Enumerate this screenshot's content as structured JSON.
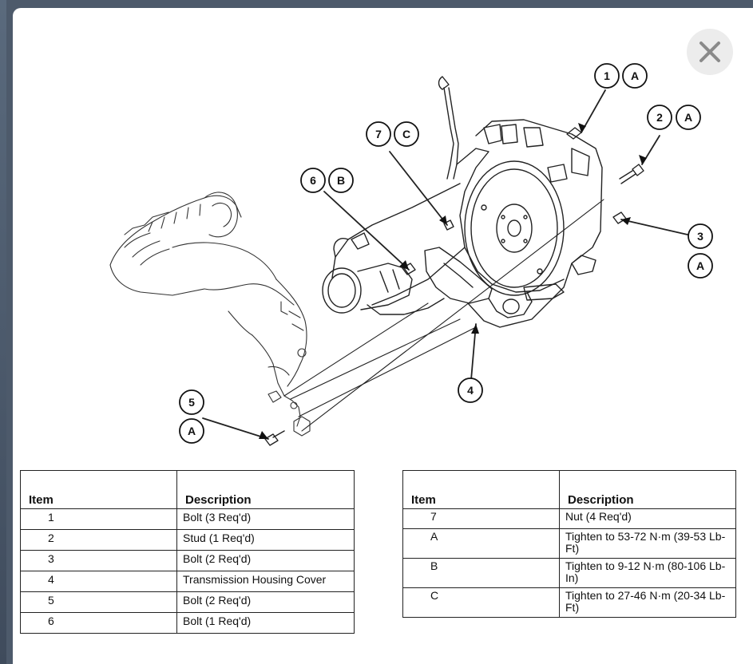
{
  "close": {
    "icon": "close-icon"
  },
  "diagram": {
    "callouts": [
      {
        "id": "c1",
        "label": "1"
      },
      {
        "id": "cA1",
        "label": "A"
      },
      {
        "id": "c2",
        "label": "2"
      },
      {
        "id": "cA2",
        "label": "A"
      },
      {
        "id": "c3",
        "label": "3"
      },
      {
        "id": "cA3",
        "label": "A"
      },
      {
        "id": "c4",
        "label": "4"
      },
      {
        "id": "c5",
        "label": "5"
      },
      {
        "id": "cA5",
        "label": "A"
      },
      {
        "id": "c6",
        "label": "6"
      },
      {
        "id": "cB6",
        "label": "B"
      },
      {
        "id": "c7",
        "label": "7"
      },
      {
        "id": "cC7",
        "label": "C"
      }
    ]
  },
  "table_left": {
    "headers": {
      "item": "Item",
      "description": "Description"
    },
    "rows": [
      {
        "item": "1",
        "description": "Bolt (3 Req'd)"
      },
      {
        "item": "2",
        "description": "Stud (1 Req'd)"
      },
      {
        "item": "3",
        "description": "Bolt (2 Req'd)"
      },
      {
        "item": "4",
        "description": "Transmission Housing Cover"
      },
      {
        "item": "5",
        "description": "Bolt (2 Req'd)"
      },
      {
        "item": "6",
        "description": "Bolt (1 Req'd)"
      }
    ]
  },
  "table_right": {
    "headers": {
      "item": "Item",
      "description": "Description"
    },
    "rows": [
      {
        "item": "7",
        "description": "Nut (4 Req'd)"
      },
      {
        "item": "A",
        "description": "Tighten to 53-72 N·m (39-53 Lb-Ft)"
      },
      {
        "item": "B",
        "description": "Tighten to 9-12 N·m (80-106 Lb-In)"
      },
      {
        "item": "C",
        "description": "Tighten to 27-46 N·m (20-34 Lb-Ft)"
      }
    ]
  }
}
